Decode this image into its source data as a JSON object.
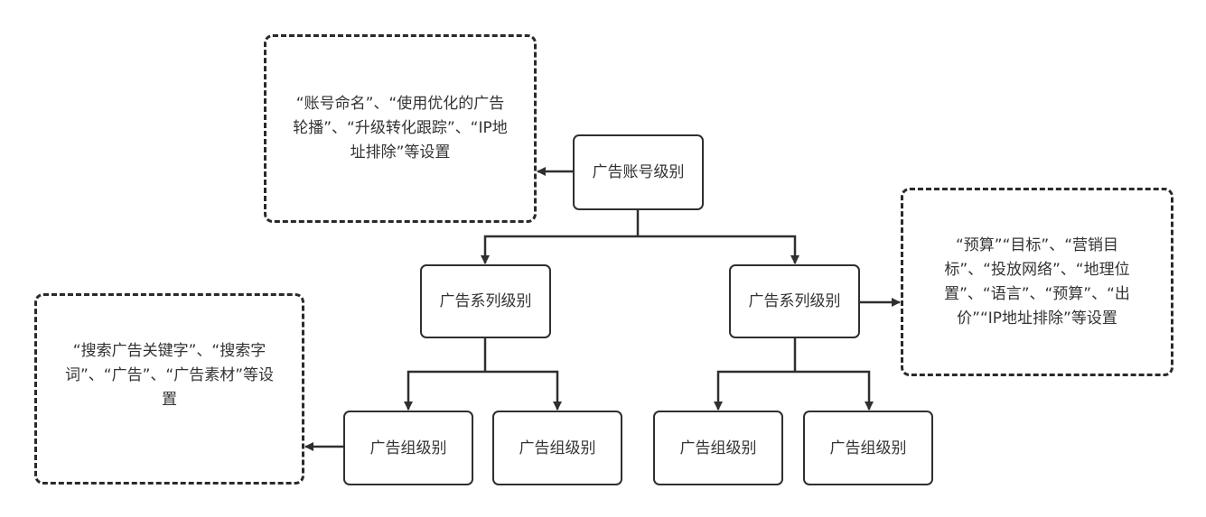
{
  "diagram": {
    "title": "Google Ads account structure",
    "nodes": {
      "account": {
        "label": "广告账号级别"
      },
      "campaign_left": {
        "label": "广告系列级别"
      },
      "campaign_right": {
        "label": "广告系列级别"
      },
      "adgroup_1": {
        "label": "广告组级别"
      },
      "adgroup_2": {
        "label": "广告组级别"
      },
      "adgroup_3": {
        "label": "广告组级别"
      },
      "adgroup_4": {
        "label": "广告组级别"
      }
    },
    "notes": {
      "account_settings": {
        "text": "“账号命名”、“使用优化的广告轮播”、“升级转化跟踪”、“IP地址排除”等设置"
      },
      "campaign_settings": {
        "text": "“预算”“目标”、“营销目标”、“投放网络”、“地理位置”、“语言”、“预算”、“出价”“IP地址排除”等设置"
      },
      "adgroup_settings": {
        "text": "“搜索广告关键字”、“搜索字词”、“广告”、“广告素材”等设置"
      }
    },
    "edges": [
      {
        "from": "account",
        "to": "account_settings",
        "style": "arrow"
      },
      {
        "from": "account",
        "to": "campaign_left",
        "style": "arrow"
      },
      {
        "from": "account",
        "to": "campaign_right",
        "style": "arrow"
      },
      {
        "from": "campaign_right",
        "to": "campaign_settings",
        "style": "arrow"
      },
      {
        "from": "campaign_left",
        "to": "adgroup_1",
        "style": "arrow"
      },
      {
        "from": "campaign_left",
        "to": "adgroup_2",
        "style": "arrow"
      },
      {
        "from": "campaign_right",
        "to": "adgroup_3",
        "style": "arrow"
      },
      {
        "from": "campaign_right",
        "to": "adgroup_4",
        "style": "arrow"
      },
      {
        "from": "adgroup_1",
        "to": "adgroup_settings",
        "style": "arrow"
      }
    ],
    "colors": {
      "stroke": "#2f2f2f",
      "text": "#333333",
      "background": "#ffffff"
    }
  }
}
